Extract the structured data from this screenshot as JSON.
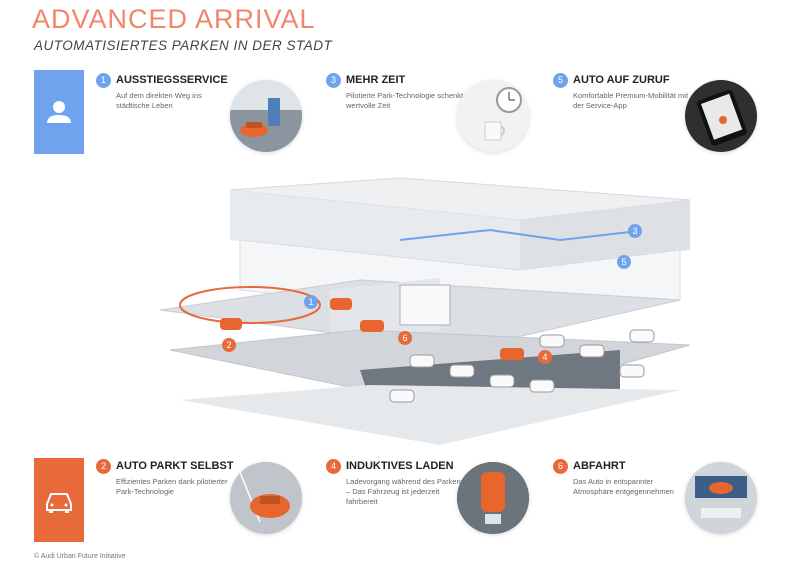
{
  "header": {
    "title": "ADVANCED ARRIVAL",
    "subtitle": "AUTOMATISIERTES PARKEN IN DER STADT"
  },
  "icons": {
    "person": "person-icon",
    "car": "car-icon"
  },
  "colors": {
    "accent_blue": "#6fa3ee",
    "accent_orange": "#e86a3a",
    "title_salmon": "#f0876a"
  },
  "features_top": [
    {
      "number": "1",
      "title": "AUSSTIEGSSERVICE",
      "desc": "Auf dem direkten Weg ins städtische Leben"
    },
    {
      "number": "3",
      "title": "MEHR ZEIT",
      "desc": "Pilotierte Park-Technologie schenkt wertvolle Zeit"
    },
    {
      "number": "5",
      "title": "AUTO AUF ZURUF",
      "desc": "Komfortable Premium-Mobilität mit der Service-App"
    }
  ],
  "features_bottom": [
    {
      "number": "2",
      "title": "AUTO PARKT SELBST",
      "desc": "Effizientes Parken dank pilotierter Park-Technologie"
    },
    {
      "number": "4",
      "title": "INDUKTIVES LADEN",
      "desc": "Ladevorgang während des Parkens – Das Fahrzeug ist jederzeit fahrbereit"
    },
    {
      "number": "6",
      "title": "ABFAHRT",
      "desc": "Das Auto in entspannter Atmosphäre entgegennehmen"
    }
  ],
  "markers": [
    "1",
    "2",
    "3",
    "4",
    "5",
    "6"
  ],
  "footer": {
    "copyright": "© Audi Urban Future Initiative"
  }
}
